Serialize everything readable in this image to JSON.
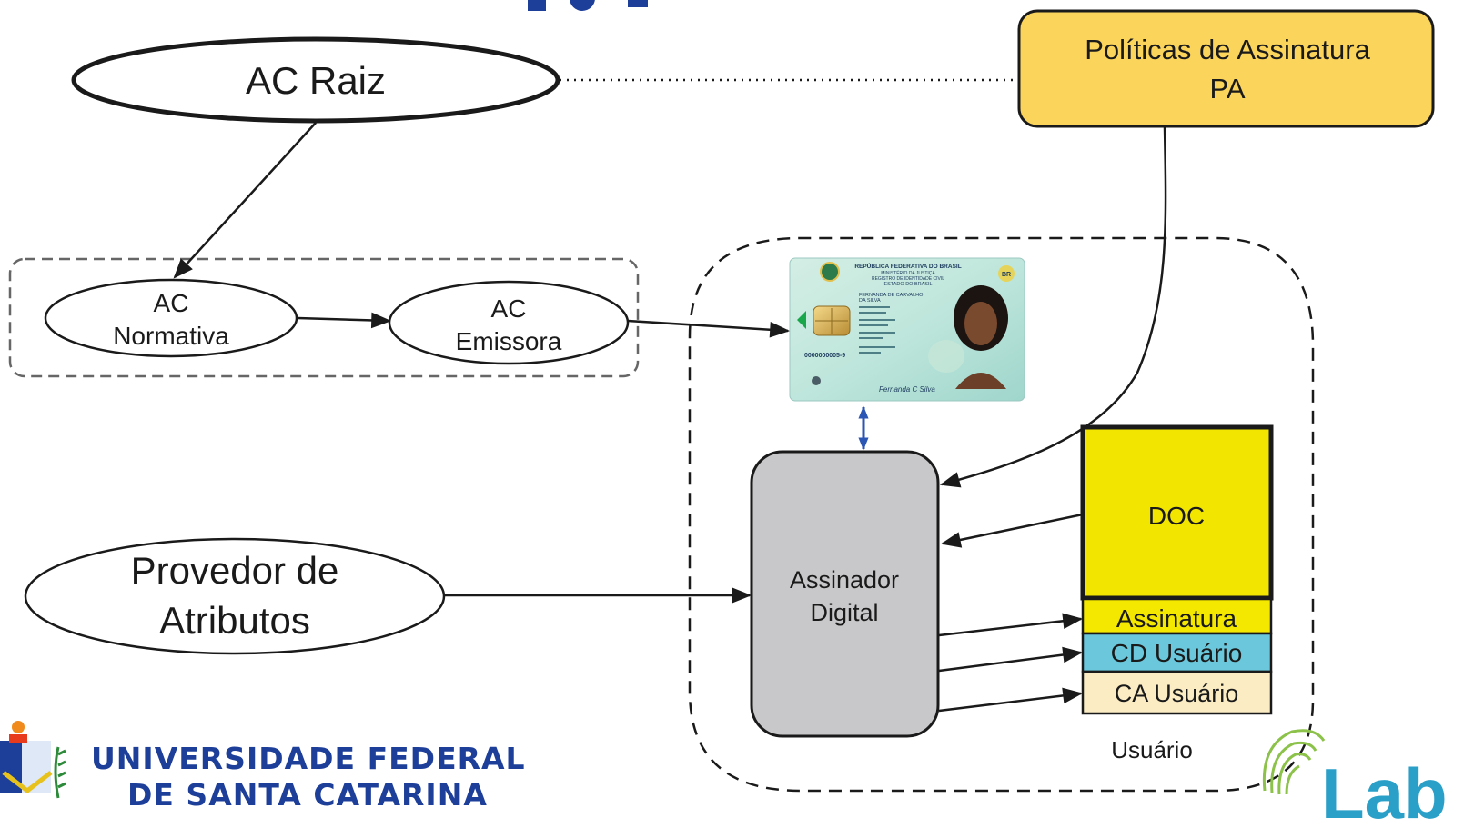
{
  "nodes": {
    "ac_raiz": "AC Raiz",
    "politicas_line1": "Políticas de Assinatura",
    "politicas_line2": "PA",
    "ac_normativa_line1": "AC",
    "ac_normativa_line2": "Normativa",
    "ac_emissora_line1": "AC",
    "ac_emissora_line2": "Emissora",
    "assinador_line1": "Assinador",
    "assinador_line2": "Digital",
    "provedor_line1": "Provedor de",
    "provedor_line2": "Atributos",
    "doc": "DOC",
    "assinatura": "Assinatura",
    "cd_usuario": "CD Usuário",
    "ca_usuario": "CA Usuário",
    "usuario_label": "Usuário"
  },
  "id_card": {
    "header_line1": "REPÚBLICA FEDERATIVA DO BRASIL",
    "header_line2": "MINISTÉRIO DA JUSTIÇA",
    "header_line3": "REGISTRO DE IDENTIDADE CIVIL",
    "header_line4": "ESTADO DO BRASIL",
    "badge": "BR",
    "name_line1": "FERNANDA DE CARVALHO",
    "name_line2": "DA SILVA",
    "number": "0000000005-9",
    "signature": "Fernanda C Silva"
  },
  "footer": {
    "university_line1": "UNIVERSIDADE FEDERAL",
    "university_line2": "DE SANTA CATARINA",
    "lab_logo": "Lab"
  },
  "colors": {
    "politicas_fill": "#fbd45c",
    "doc_fill": "#f2e600",
    "assinatura_fill": "#f4e800",
    "cd_fill": "#6bc8dc",
    "ca_fill": "#fbecc4",
    "assinador_fill": "#c8c8ca",
    "footer_blue": "#1d3e99",
    "arrow_blue": "#2c56b4"
  }
}
